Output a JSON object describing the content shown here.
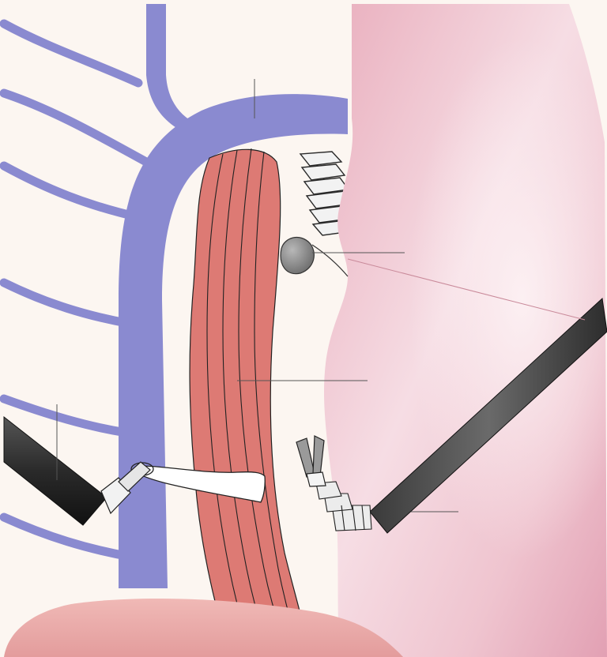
{
  "figure": {
    "structures": [
      {
        "name": "intercostal-veins",
        "color": "#8a8ad0"
      },
      {
        "name": "azygos-vein",
        "color": "#8a8ad0"
      },
      {
        "name": "esophagus",
        "color": "#dd7a74"
      },
      {
        "name": "vertebral-body",
        "color": "#f2f2f2"
      },
      {
        "name": "node-mass",
        "color": "#8c8c8c"
      },
      {
        "name": "lung",
        "color": "#eab4c3"
      },
      {
        "name": "diaphragm",
        "color": "#eba8a8"
      },
      {
        "name": "vessel-loop",
        "color": "#ffffff"
      },
      {
        "name": "grasper-left",
        "color": "#3a3a3a"
      },
      {
        "name": "grasper-right",
        "color": "#4a4a4a"
      }
    ],
    "background_color": "#fcf6f1",
    "outline_color": "#222222"
  }
}
